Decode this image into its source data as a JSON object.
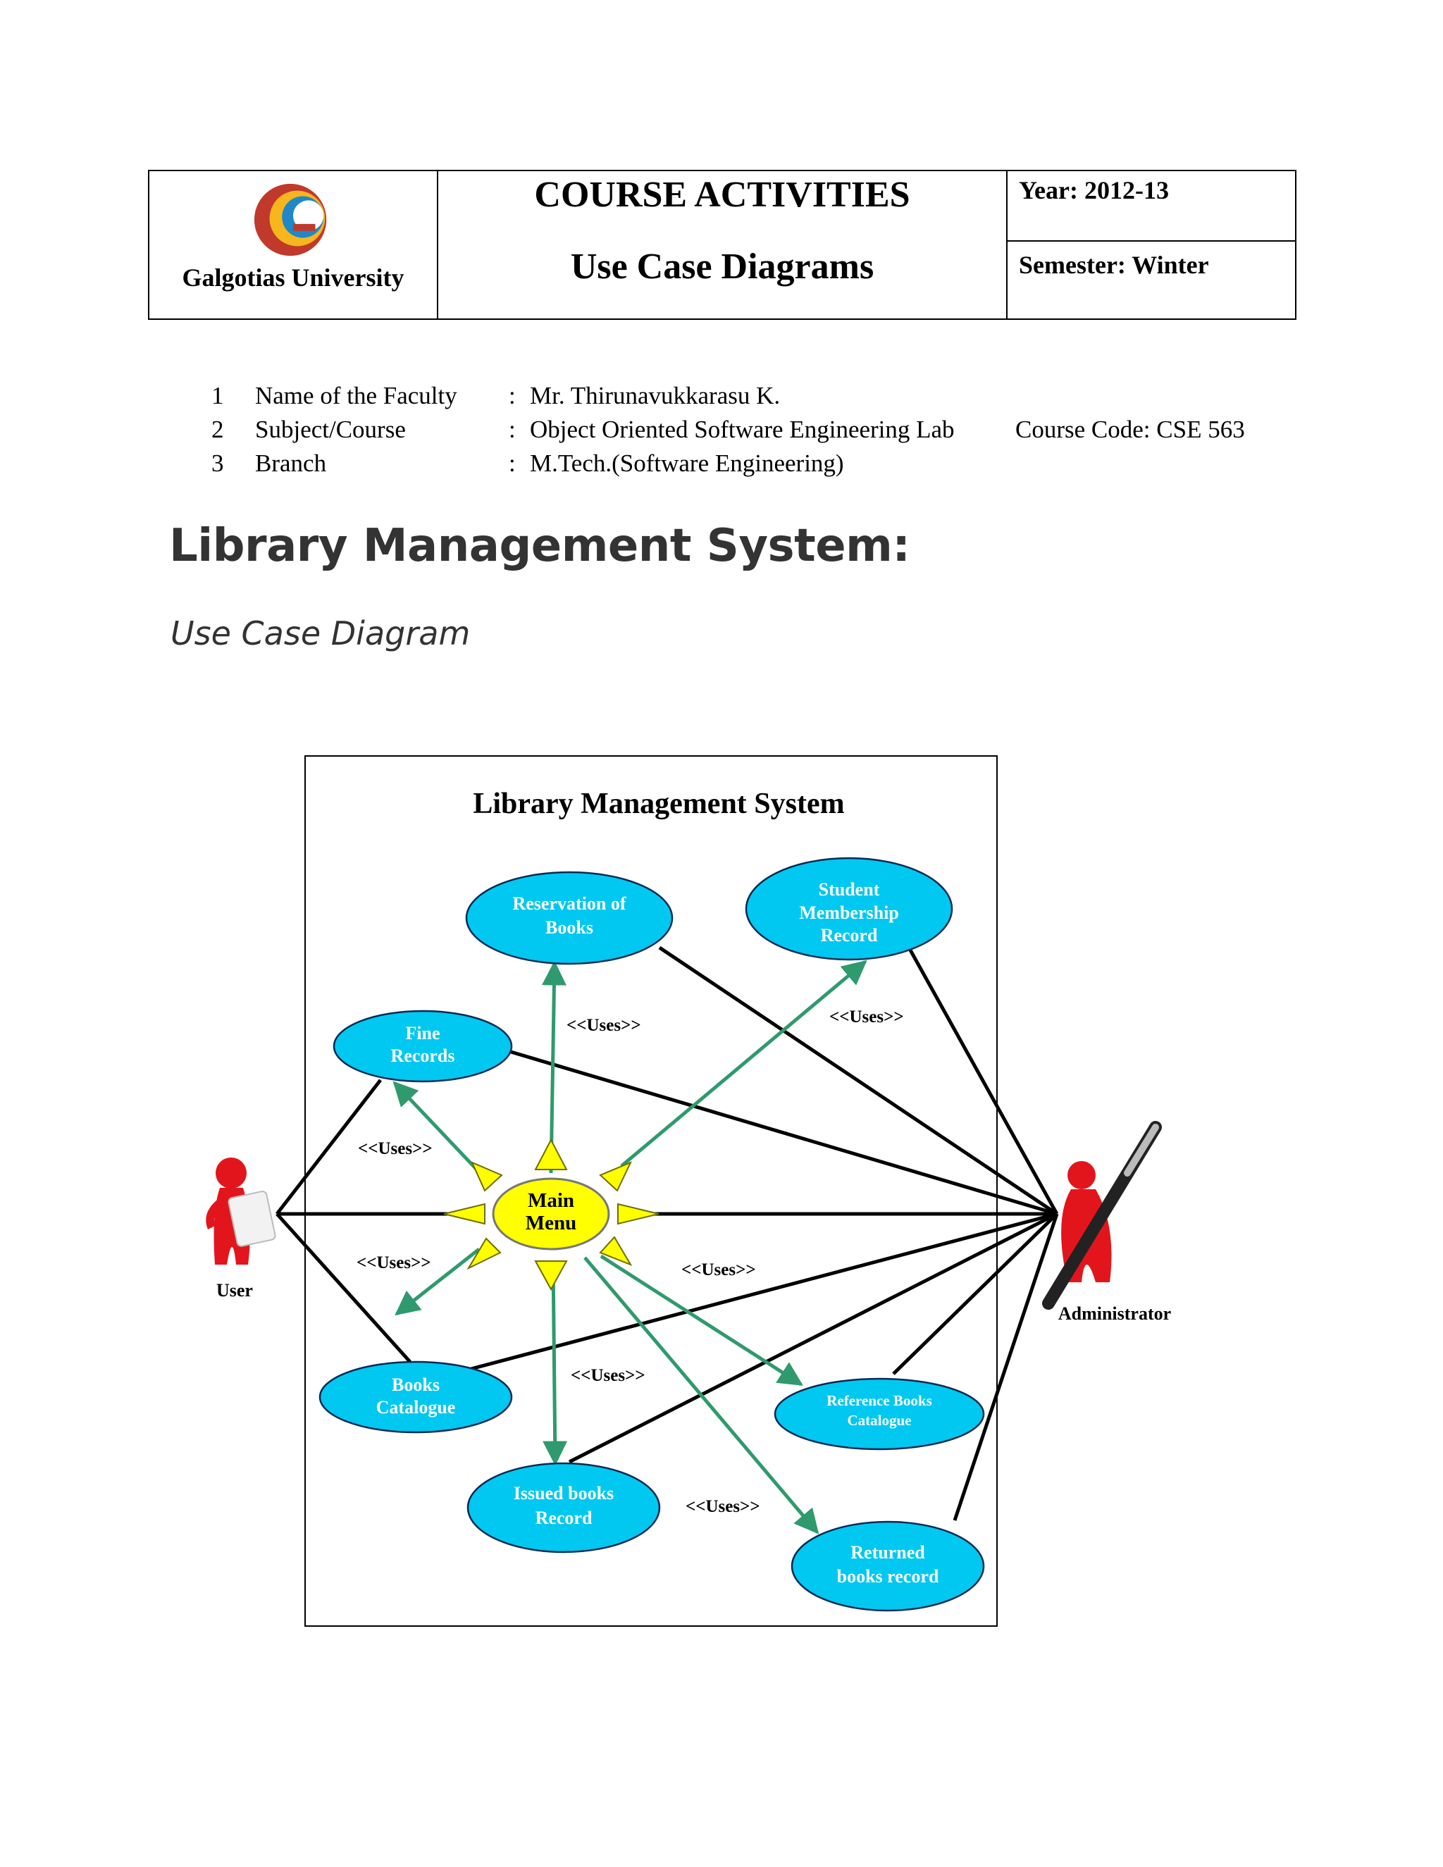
{
  "header": {
    "university": "Galgotias University",
    "title": "COURSE ACTIVITIES",
    "subtitle": "Use Case Diagrams",
    "year": "Year: 2012-13",
    "semester": "Semester: Winter"
  },
  "info_rows": [
    {
      "num": "1",
      "label": "Name of the Faculty",
      "sep": ":",
      "value": "Mr. Thirunavukkarasu K.",
      "extra": ""
    },
    {
      "num": "2",
      "label": "Subject/Course",
      "sep": ":",
      "value": "Object Oriented Software Engineering Lab",
      "extra": "Course Code:  CSE 563"
    },
    {
      "num": "3",
      "label": "Branch",
      "sep": ":",
      "value": "M.Tech.(Software Engineering)",
      "extra": ""
    }
  ],
  "heading": "Library Management System:",
  "subheading": "Use Case Diagram",
  "diagram": {
    "title": "Library Management System",
    "main": [
      "Main",
      "Menu"
    ],
    "actors": {
      "user": "User",
      "admin": "Administrator"
    },
    "usecases": {
      "reservation": [
        "Reservation of",
        "Books"
      ],
      "membership": [
        "Student",
        "Membership",
        "Record"
      ],
      "fine": [
        "Fine",
        "Records"
      ],
      "catalogue": [
        "Books",
        "Catalogue"
      ],
      "reference": [
        "Reference Books",
        "Catalogue"
      ],
      "issued": [
        "Issued books",
        "Record"
      ],
      "returned": [
        "Returned",
        "books record"
      ]
    },
    "uses_label": "<<Uses>>",
    "colors": {
      "usecase": "#00c8f0",
      "main": "#ffff00",
      "arrow": "#2e9a6e",
      "actor": "#e3151c"
    }
  }
}
